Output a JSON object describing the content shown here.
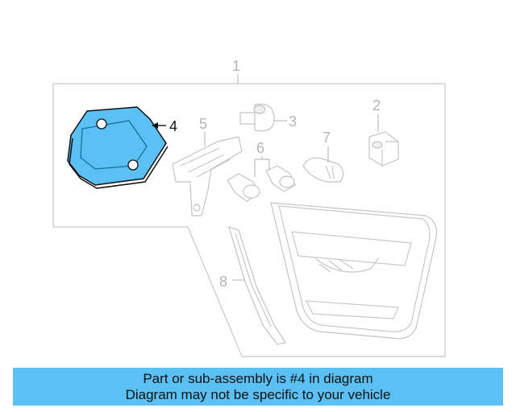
{
  "diagram": {
    "callouts": {
      "c1": "1",
      "c2": "2",
      "c3": "3",
      "c4": "4",
      "c5": "5",
      "c6": "6",
      "c7": "7",
      "c8": "8"
    },
    "highlight_color": "#5bc0f3",
    "highlighted_part": "4"
  },
  "banner": {
    "line1": "Part or sub-assembly is #4 in diagram",
    "line2": "Diagram may not be specific to your vehicle",
    "background": "#5bc0f3"
  }
}
